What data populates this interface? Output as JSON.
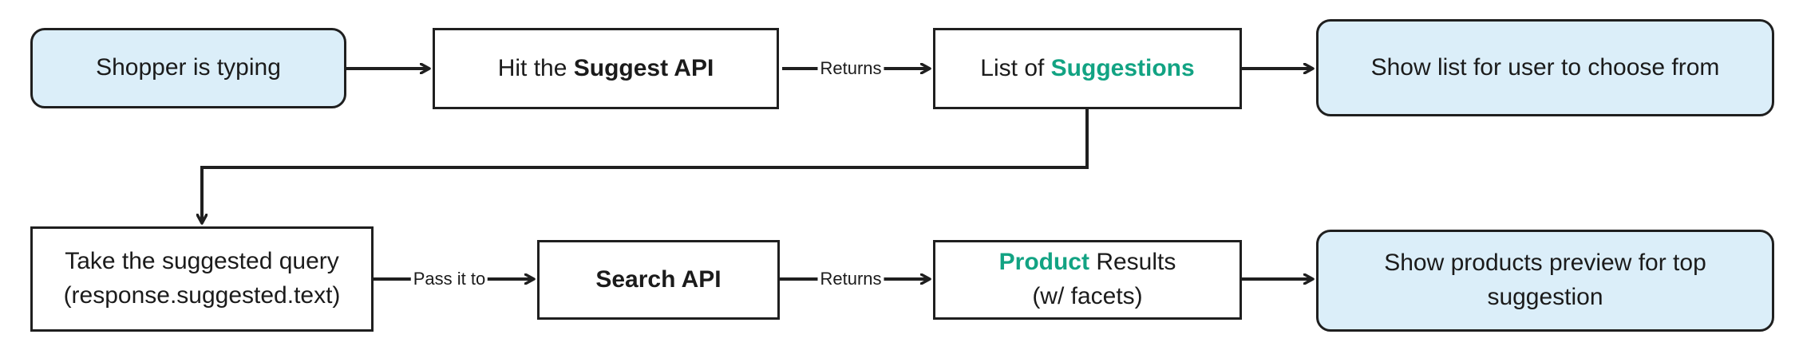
{
  "colors": {
    "stroke": "#1f1f1f",
    "terminal_fill": "#dbeef9",
    "process_fill": "#ffffff",
    "accent_text": "#12a383"
  },
  "nodes": {
    "shopper_typing": {
      "text": "Shopper is typing"
    },
    "suggest_api": {
      "prefix": "Hit the ",
      "bold": "Suggest API"
    },
    "suggestions": {
      "prefix": "List of ",
      "accent": "Suggestions"
    },
    "show_list": {
      "text": "Show list for user to choose from"
    },
    "take_query": {
      "line1": "Take the suggested query",
      "line2": "(response.suggested.text)"
    },
    "search_api": {
      "bold": "Search API"
    },
    "product_results": {
      "accent": "Product",
      "suffix": " Results",
      "line2": "(w/ facets)"
    },
    "show_products": {
      "line1": "Show products preview for top",
      "line2": "suggestion"
    }
  },
  "edge_labels": {
    "suggest_to_suggestions": "Returns",
    "take_to_search": "Pass it to",
    "search_to_products": "Returns"
  }
}
